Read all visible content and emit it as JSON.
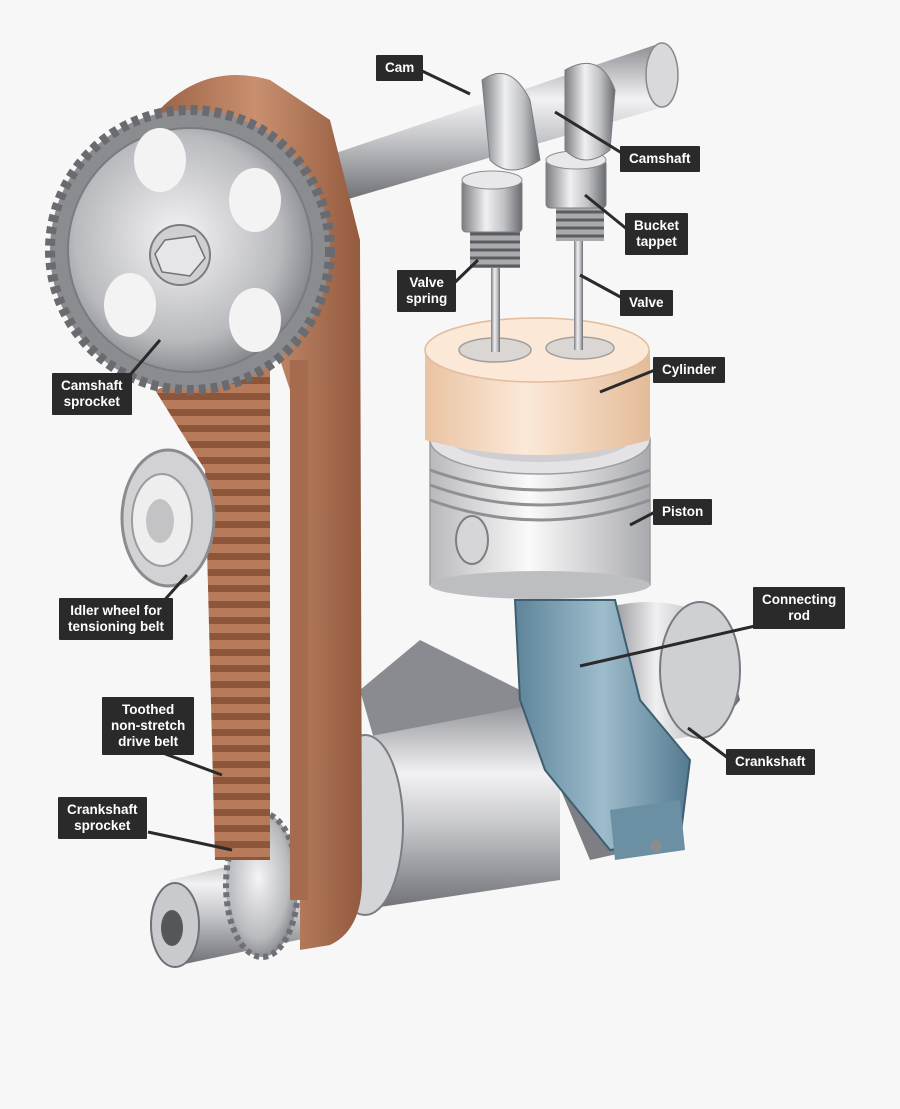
{
  "labels": {
    "cam": "Cam",
    "camshaft": "Camshaft",
    "bucket_tappet": [
      "Bucket",
      "tappet"
    ],
    "valve_spring": [
      "Valve",
      "spring"
    ],
    "valve": "Valve",
    "camshaft_sprocket": [
      "Camshaft",
      "sprocket"
    ],
    "cylinder": "Cylinder",
    "piston": "Piston",
    "idler_wheel": [
      "Idler wheel for",
      "tensioning belt"
    ],
    "connecting_rod": [
      "Connecting",
      "rod"
    ],
    "toothed_belt": [
      "Toothed",
      "non-stretch",
      "drive belt"
    ],
    "crankshaft": "Crankshaft",
    "crankshaft_sprocket": [
      "Crankshaft",
      "sprocket"
    ]
  },
  "colors": {
    "background": "#f7f7f7",
    "label_bg": "#2a2a2a",
    "label_text": "#ffffff",
    "belt": "#b5785a",
    "metal": "#c9c9cc",
    "conrod": "#7fa2b5",
    "cylinder": "#f5dcc4"
  }
}
